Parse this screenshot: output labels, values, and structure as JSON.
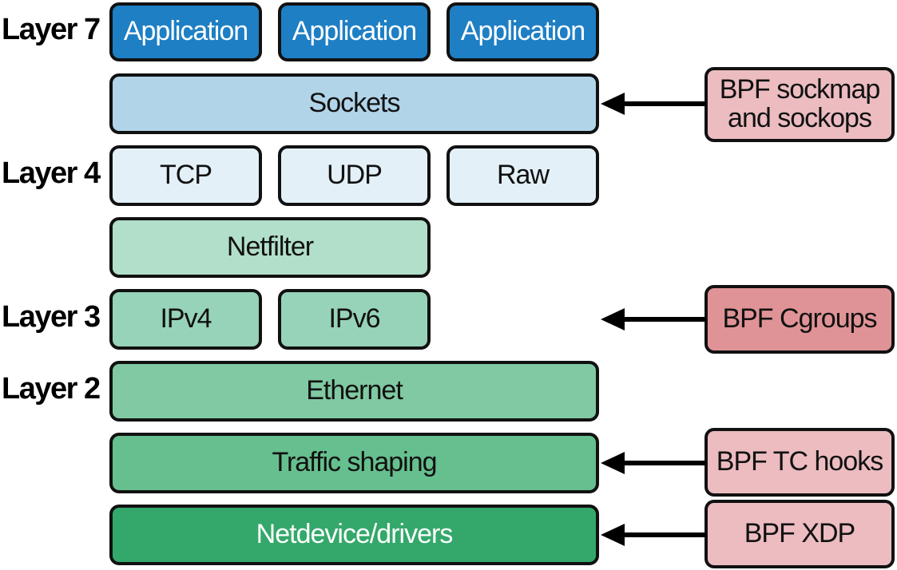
{
  "layer_labels": [
    "Layer 7",
    "Layer 4",
    "Layer 3",
    "Layer 2"
  ],
  "stack": {
    "applications": [
      "Application",
      "Application",
      "Application"
    ],
    "sockets": "Sockets",
    "transport": [
      "TCP",
      "UDP",
      "Raw"
    ],
    "netfilter": "Netfilter",
    "network": [
      "IPv4",
      "IPv6"
    ],
    "ethernet": "Ethernet",
    "traffic_shaping": "Traffic shaping",
    "netdevice": "Netdevice/drivers"
  },
  "bpf_hooks": {
    "sockmap_line1": "BPF sockmap",
    "sockmap_line2": "and sockops",
    "cgroups": "BPF Cgroups",
    "tc": "BPF TC hooks",
    "xdp": "BPF XDP"
  },
  "colors": {
    "application": "#1e7fc4",
    "sockets": "#b1d4e9",
    "transport": "#e3f0f8",
    "netfilter": "#b2dfca",
    "network": "#97d3b8",
    "ethernet": "#80c9a2",
    "traffic_shaping": "#66bf8e",
    "netdevice": "#33a86a",
    "bpf_light": "#ecbcc0",
    "bpf_dark": "#e09396"
  }
}
